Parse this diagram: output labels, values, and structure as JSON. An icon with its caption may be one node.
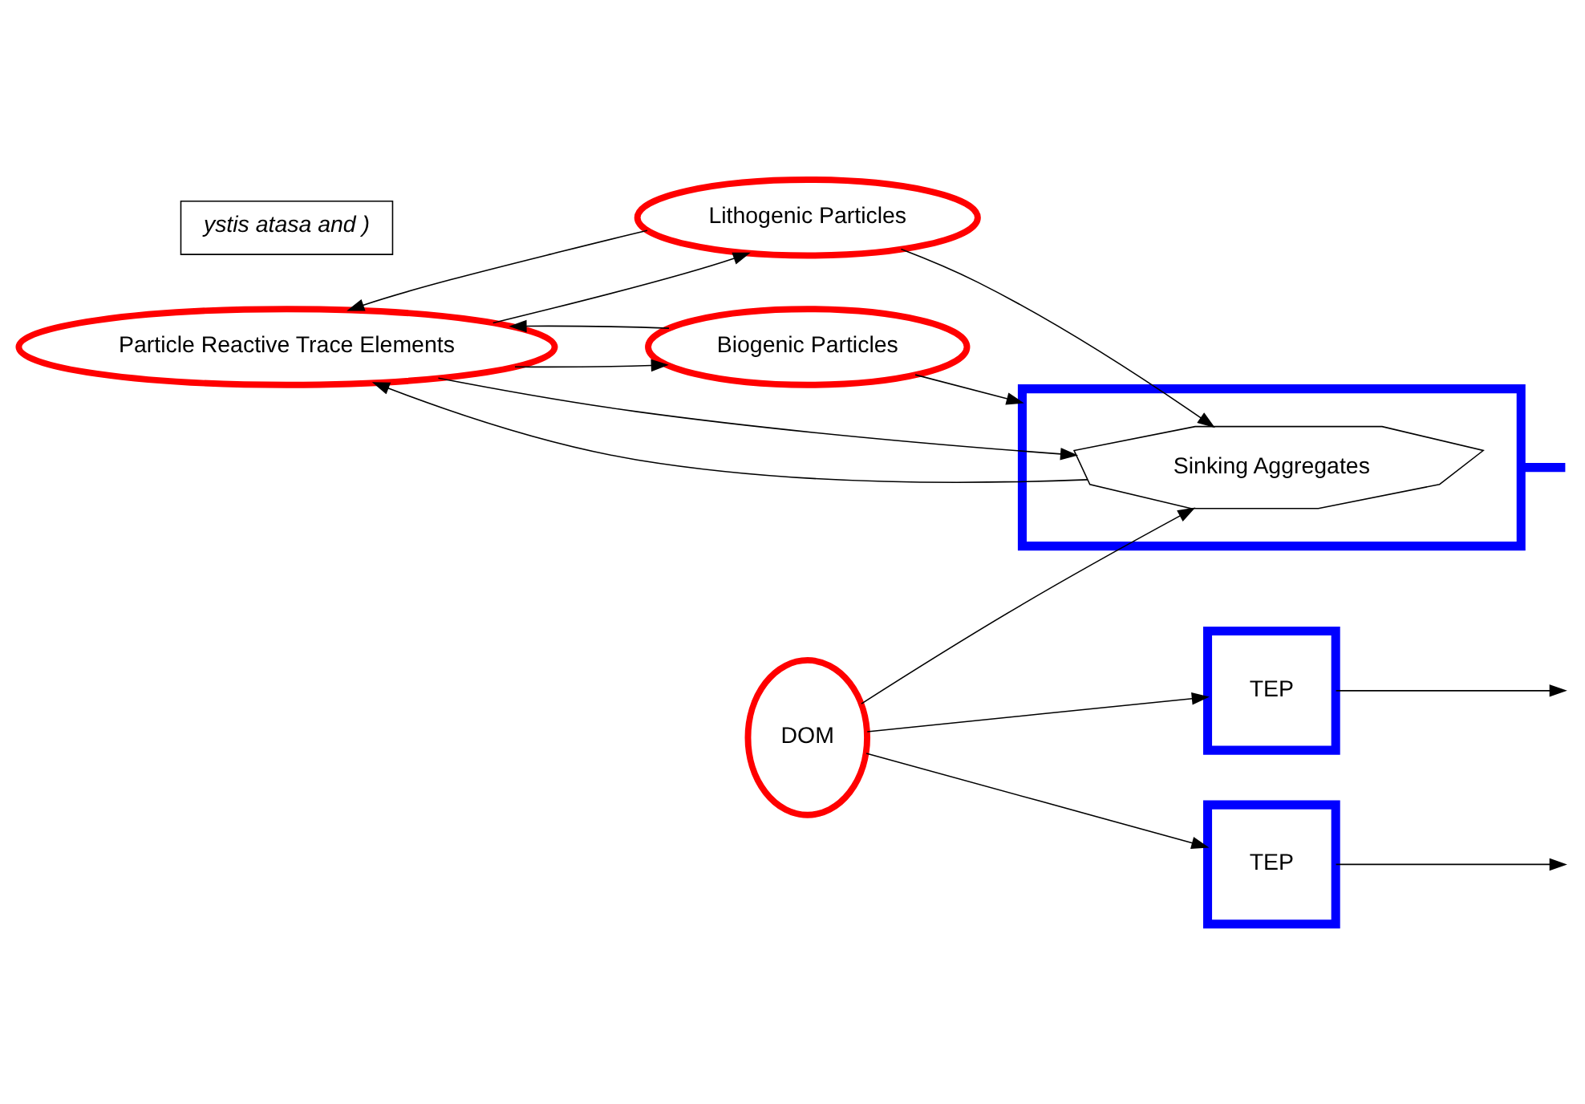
{
  "diagram": {
    "nodes": [
      {
        "text": [
          "Particle Reactive Trace Elements"
        ]
      },
      {
        "text": [
          "Lithogenic Particles"
        ]
      },
      {
        "text": [
          "Biogenic Particles"
        ]
      },
      {
        "text": [],
        "shape": "box"
      },
      {
        "text": [
          "Sinking Aggregates"
        ],
        "in": 3
      },
      {
        "text": [
          "TEP"
        ]
      },
      {
        "text": [
          "DOM"
        ]
      },
      {
        "text": [
          "TEP"
        ]
      },
      {
        "text": [
          "ystis atasa and )"
        ]
      }
    ],
    "edges": [
      {
        "from": 0,
        "to": 1,
        "arrow": "to"
      },
      {
        "from": 1,
        "to": 0,
        "arrow": "to"
      },
      {
        "from": 0,
        "to": 2,
        "arrow": "to"
      },
      {
        "from": 2,
        "to": 0,
        "arrow": "to"
      },
      {
        "from": 0,
        "to": 4,
        "arrow": "to"
      },
      {
        "from": 4,
        "to": 0,
        "arrow": "to"
      },
      {
        "from": 1,
        "to": 4,
        "arrow": "to"
      },
      {
        "from": 2,
        "to": 3,
        "arrow": "to"
      },
      {
        "from": 5,
        "to": null,
        "arrow": "to"
      },
      {
        "from": 6,
        "to": 5,
        "arrow": "to"
      },
      {
        "from": 6,
        "to": 4,
        "arrow": "to"
      },
      {
        "from": 6,
        "to": 7,
        "arrow": "to"
      },
      {
        "from": 7,
        "to": null,
        "arrow": "to"
      },
      {
        "from": 3,
        "to": null,
        "arrow": "none",
        "style": "thick",
        "color": "#0000ff"
      }
    ]
  }
}
